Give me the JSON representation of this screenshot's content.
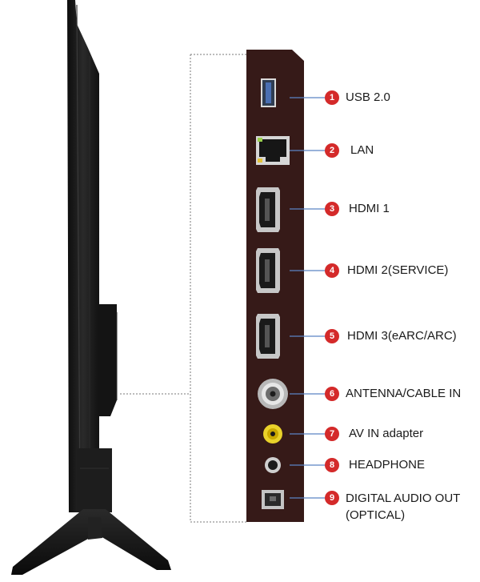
{
  "colors": {
    "panel": "#361a18",
    "badge": "#d42a2a",
    "leader": "#5b84c4",
    "tv_body": "#1b1b1b"
  },
  "ports": [
    {
      "number": "1",
      "label": "USB 2.0",
      "icon": "usb-icon"
    },
    {
      "number": "2",
      "label": "LAN",
      "icon": "ethernet-icon"
    },
    {
      "number": "3",
      "label": "HDMI 1",
      "icon": "hdmi-icon"
    },
    {
      "number": "4",
      "label": "HDMI 2(SERVICE)",
      "icon": "hdmi-icon"
    },
    {
      "number": "5",
      "label": "HDMI 3(eARC/ARC)",
      "icon": "hdmi-icon"
    },
    {
      "number": "6",
      "label": "ANTENNA/CABLE IN",
      "icon": "coax-icon"
    },
    {
      "number": "7",
      "label": "AV IN adapter",
      "icon": "av-jack-icon"
    },
    {
      "number": "8",
      "label": "HEADPHONE",
      "icon": "headphone-jack-icon"
    },
    {
      "number": "9",
      "label": "DIGITAL AUDIO OUT\n(OPTICAL)",
      "icon": "optical-port-icon"
    }
  ]
}
